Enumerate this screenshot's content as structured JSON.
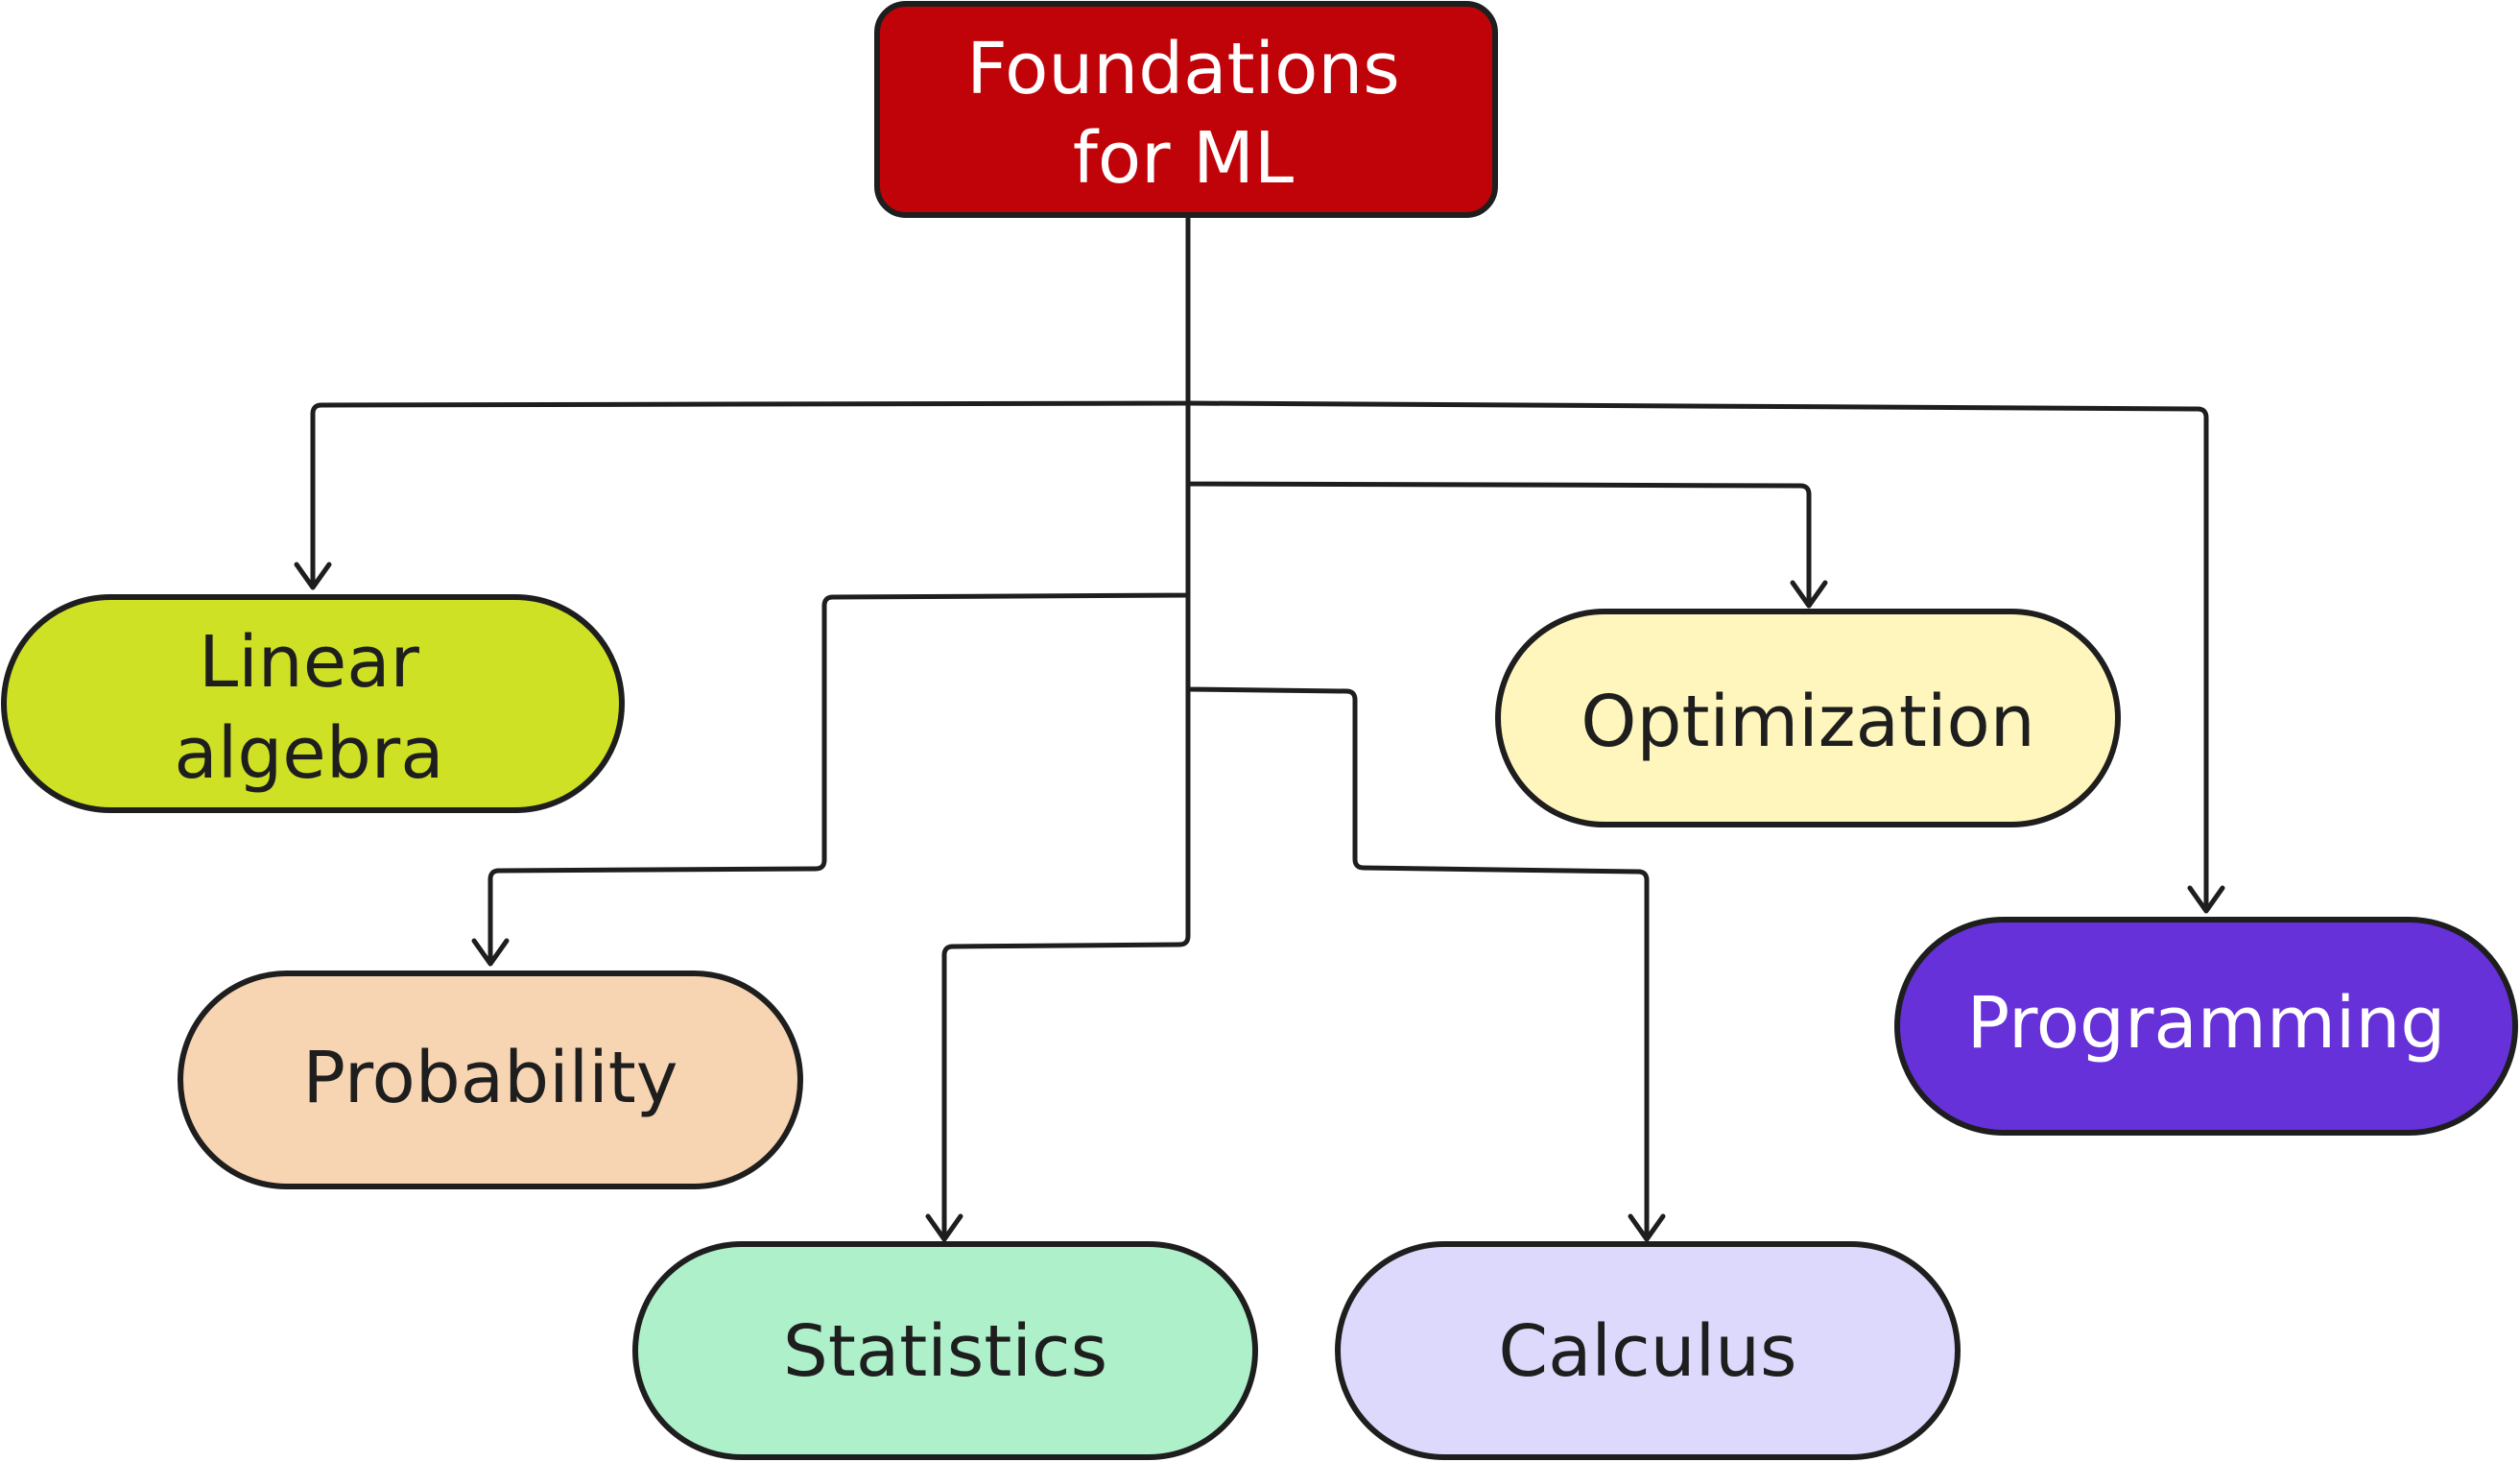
{
  "nodes": {
    "root": {
      "lines": [
        "Foundations",
        "for ML"
      ],
      "fill": "#c00309",
      "text_color": "#ffffff"
    },
    "linear_algebra": {
      "lines": [
        "Linear",
        "algebra"
      ],
      "fill": "#cfe124",
      "text_color": "#1e1e1e"
    },
    "probability": {
      "lines": [
        "Probability"
      ],
      "fill": "#f7d4b2",
      "text_color": "#1e1e1e"
    },
    "statistics": {
      "lines": [
        "Statistics"
      ],
      "fill": "#adf0ca",
      "text_color": "#1e1e1e"
    },
    "calculus": {
      "lines": [
        "Calculus"
      ],
      "fill": "#dcd9fc",
      "text_color": "#1e1e1e"
    },
    "optimization": {
      "lines": [
        "Optimization"
      ],
      "fill": "#fef6bd",
      "text_color": "#1e1e1e"
    },
    "programming": {
      "lines": [
        "Programming"
      ],
      "fill": "#6631d8",
      "text_color": "#ffffff"
    }
  },
  "edges": [
    {
      "from": "root",
      "to": "linear_algebra"
    },
    {
      "from": "root",
      "to": "probability"
    },
    {
      "from": "root",
      "to": "statistics"
    },
    {
      "from": "root",
      "to": "calculus"
    },
    {
      "from": "root",
      "to": "optimization"
    },
    {
      "from": "root",
      "to": "programming"
    }
  ]
}
